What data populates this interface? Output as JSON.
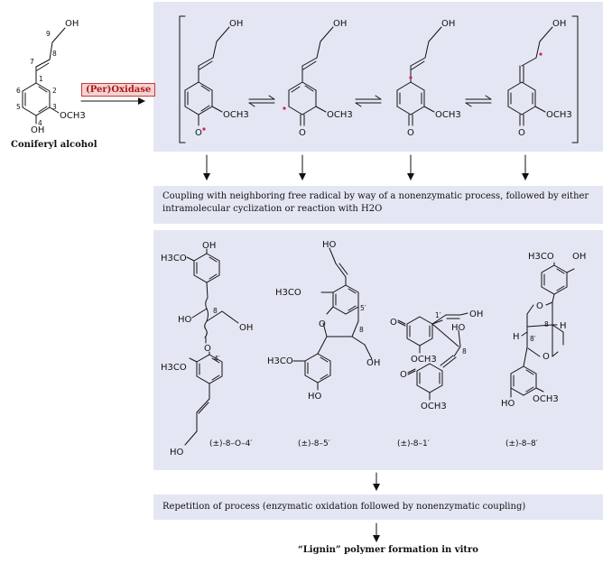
{
  "starting_material": {
    "name": "Coniferyl alcohol",
    "hydroxyl_label": "OH",
    "methoxy_label": "OCH3",
    "positions": [
      "1",
      "2",
      "3",
      "4",
      "5",
      "6",
      "7",
      "8",
      "9"
    ]
  },
  "enzyme_label": "(Per)Oxidase",
  "radical_forms": {
    "structure_1": {
      "side_chain": "OH",
      "phenoxy": "O",
      "methoxy": "OCH3"
    },
    "structure_2": {
      "side_chain": "OH",
      "ketone": "O",
      "methoxy": "OCH3"
    },
    "structure_3": {
      "side_chain": "OH",
      "ketone": "O",
      "methoxy": "OCH3"
    },
    "structure_4": {
      "side_chain": "OH",
      "ketone": "O",
      "methoxy": "OCH3"
    }
  },
  "coupling_text": "Coupling with neighboring free radical by way of a nonenzymatic process, followed by either intramolecular cyclization or reaction with H2O",
  "dimers": [
    {
      "label": "(±)-8–O–4′",
      "atoms": [
        "OH",
        "H3CO",
        "HO",
        "8",
        "OH",
        "O",
        "4′",
        "H3CO",
        "HO"
      ]
    },
    {
      "label": "(±)-8–5′",
      "atoms": [
        "HO",
        "H3CO",
        "5′",
        "O",
        "8",
        "OH",
        "H3CO",
        "HO"
      ]
    },
    {
      "label": "(±)-8–1′",
      "atoms": [
        "1′",
        "OH",
        "O",
        "HO",
        "8",
        "OCH3",
        "O",
        "OCH3"
      ]
    },
    {
      "label": "(±)-8–8′",
      "atoms": [
        "H3CO",
        "OH",
        "O",
        "8",
        "H",
        "H",
        "8′",
        "O",
        "HO",
        "OCH3"
      ]
    }
  ],
  "repetition_text": "Repetition of process (enzymatic oxidation followed by nonenzymatic coupling)",
  "polymer_text": "“Lignin” polymer formation in vitro",
  "colors": {
    "panel": "#e4e7f3",
    "radical_dot": "#d0206a",
    "enzyme_border": "#c23b3b",
    "enzyme_fill": "#f3d3d3"
  }
}
